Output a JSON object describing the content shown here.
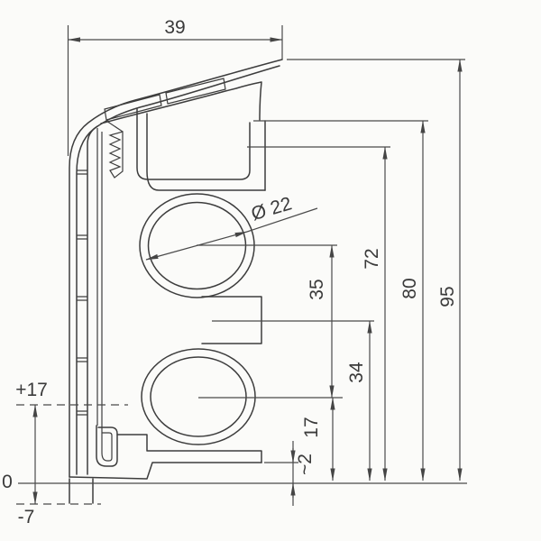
{
  "drawing": {
    "type": "technical-cross-section",
    "subject": "extruded skirting / cable duct profile with two round cable tubes",
    "units_implied": "mm"
  },
  "dims": {
    "width_top": "39",
    "tube_diameter": "Ø 22",
    "center_to_center": "35",
    "web_height": "34",
    "lower_center_height": "17",
    "bottom_gap": "~2",
    "height_72": "72",
    "height_80": "80",
    "height_95": "95",
    "level_plus": "+17",
    "level_zero": "0",
    "level_minus": "-7"
  },
  "colors": {
    "line": "#3d3d3d",
    "dim": "#4a4a4a",
    "text": "#3a3a3a",
    "bg": "#fbfbf9"
  }
}
